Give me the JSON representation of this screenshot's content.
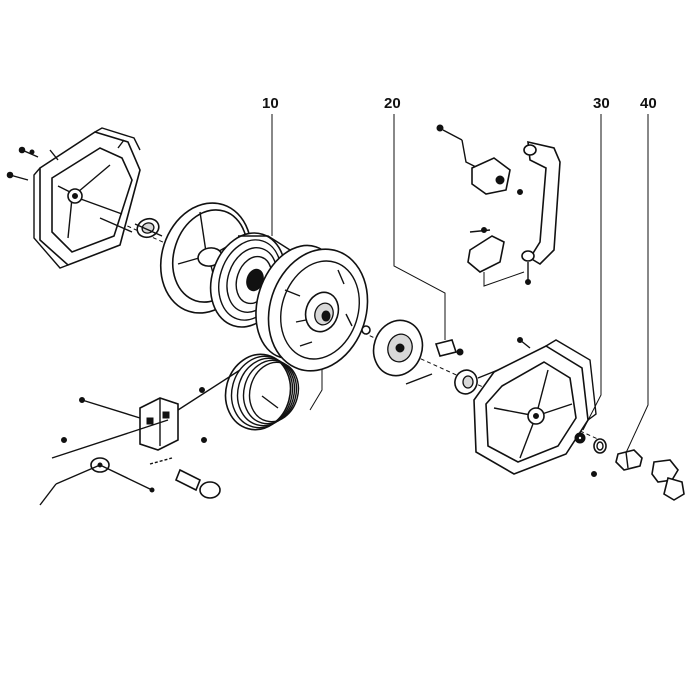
{
  "callouts": [
    {
      "id": "10",
      "label": "10"
    },
    {
      "id": "20",
      "label": "20"
    },
    {
      "id": "30",
      "label": "30"
    },
    {
      "id": "40",
      "label": "40"
    }
  ]
}
